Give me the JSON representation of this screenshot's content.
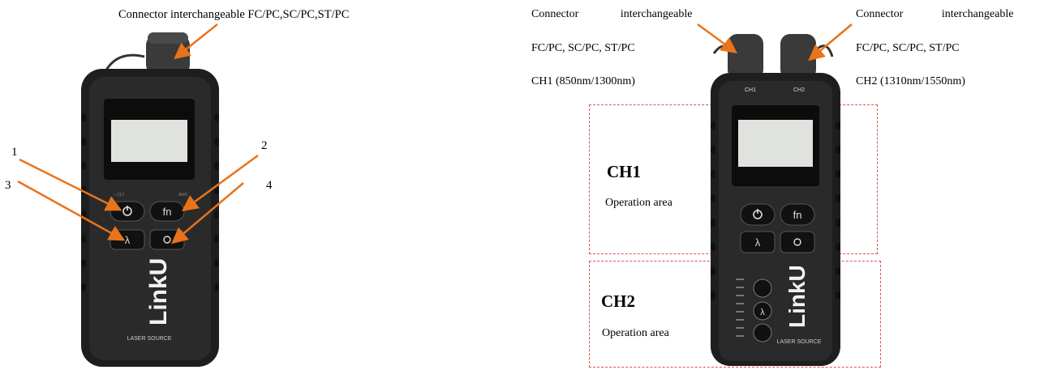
{
  "left": {
    "title": "Connector interchangeable FC/PC,SC/PC,ST/PC",
    "callouts": [
      "1",
      "2",
      "3",
      "4"
    ],
    "device": {
      "brand": "LinkU",
      "product": "LASER SOURCE",
      "power_button": "power-icon",
      "fn_label": "fn",
      "lambda_label": "λ",
      "light_button": "sun-icon"
    }
  },
  "right": {
    "left_label": {
      "line1": "Connector interchangeable",
      "line2": "FC/PC, SC/PC, ST/PC",
      "line3": "CH1 (850nm/1300nm)"
    },
    "right_label": {
      "line1": "Connector interchangeable",
      "line2": "FC/PC, SC/PC, ST/PC",
      "line3": "CH2 (1310nm/1550nm)"
    },
    "ch1": {
      "title": "CH1",
      "subtitle": "Operation area"
    },
    "ch2": {
      "title": "CH2",
      "subtitle": "Operation area"
    },
    "device": {
      "brand": "LinkU",
      "product": "LASER SOURCE",
      "port1": "CH1",
      "port2": "CH2",
      "fn_label": "fn",
      "lambda_label": "λ"
    }
  },
  "colors": {
    "arrow": "#e8731c",
    "dashed_box": "#e05050",
    "device_body": "#1e1e1e"
  }
}
